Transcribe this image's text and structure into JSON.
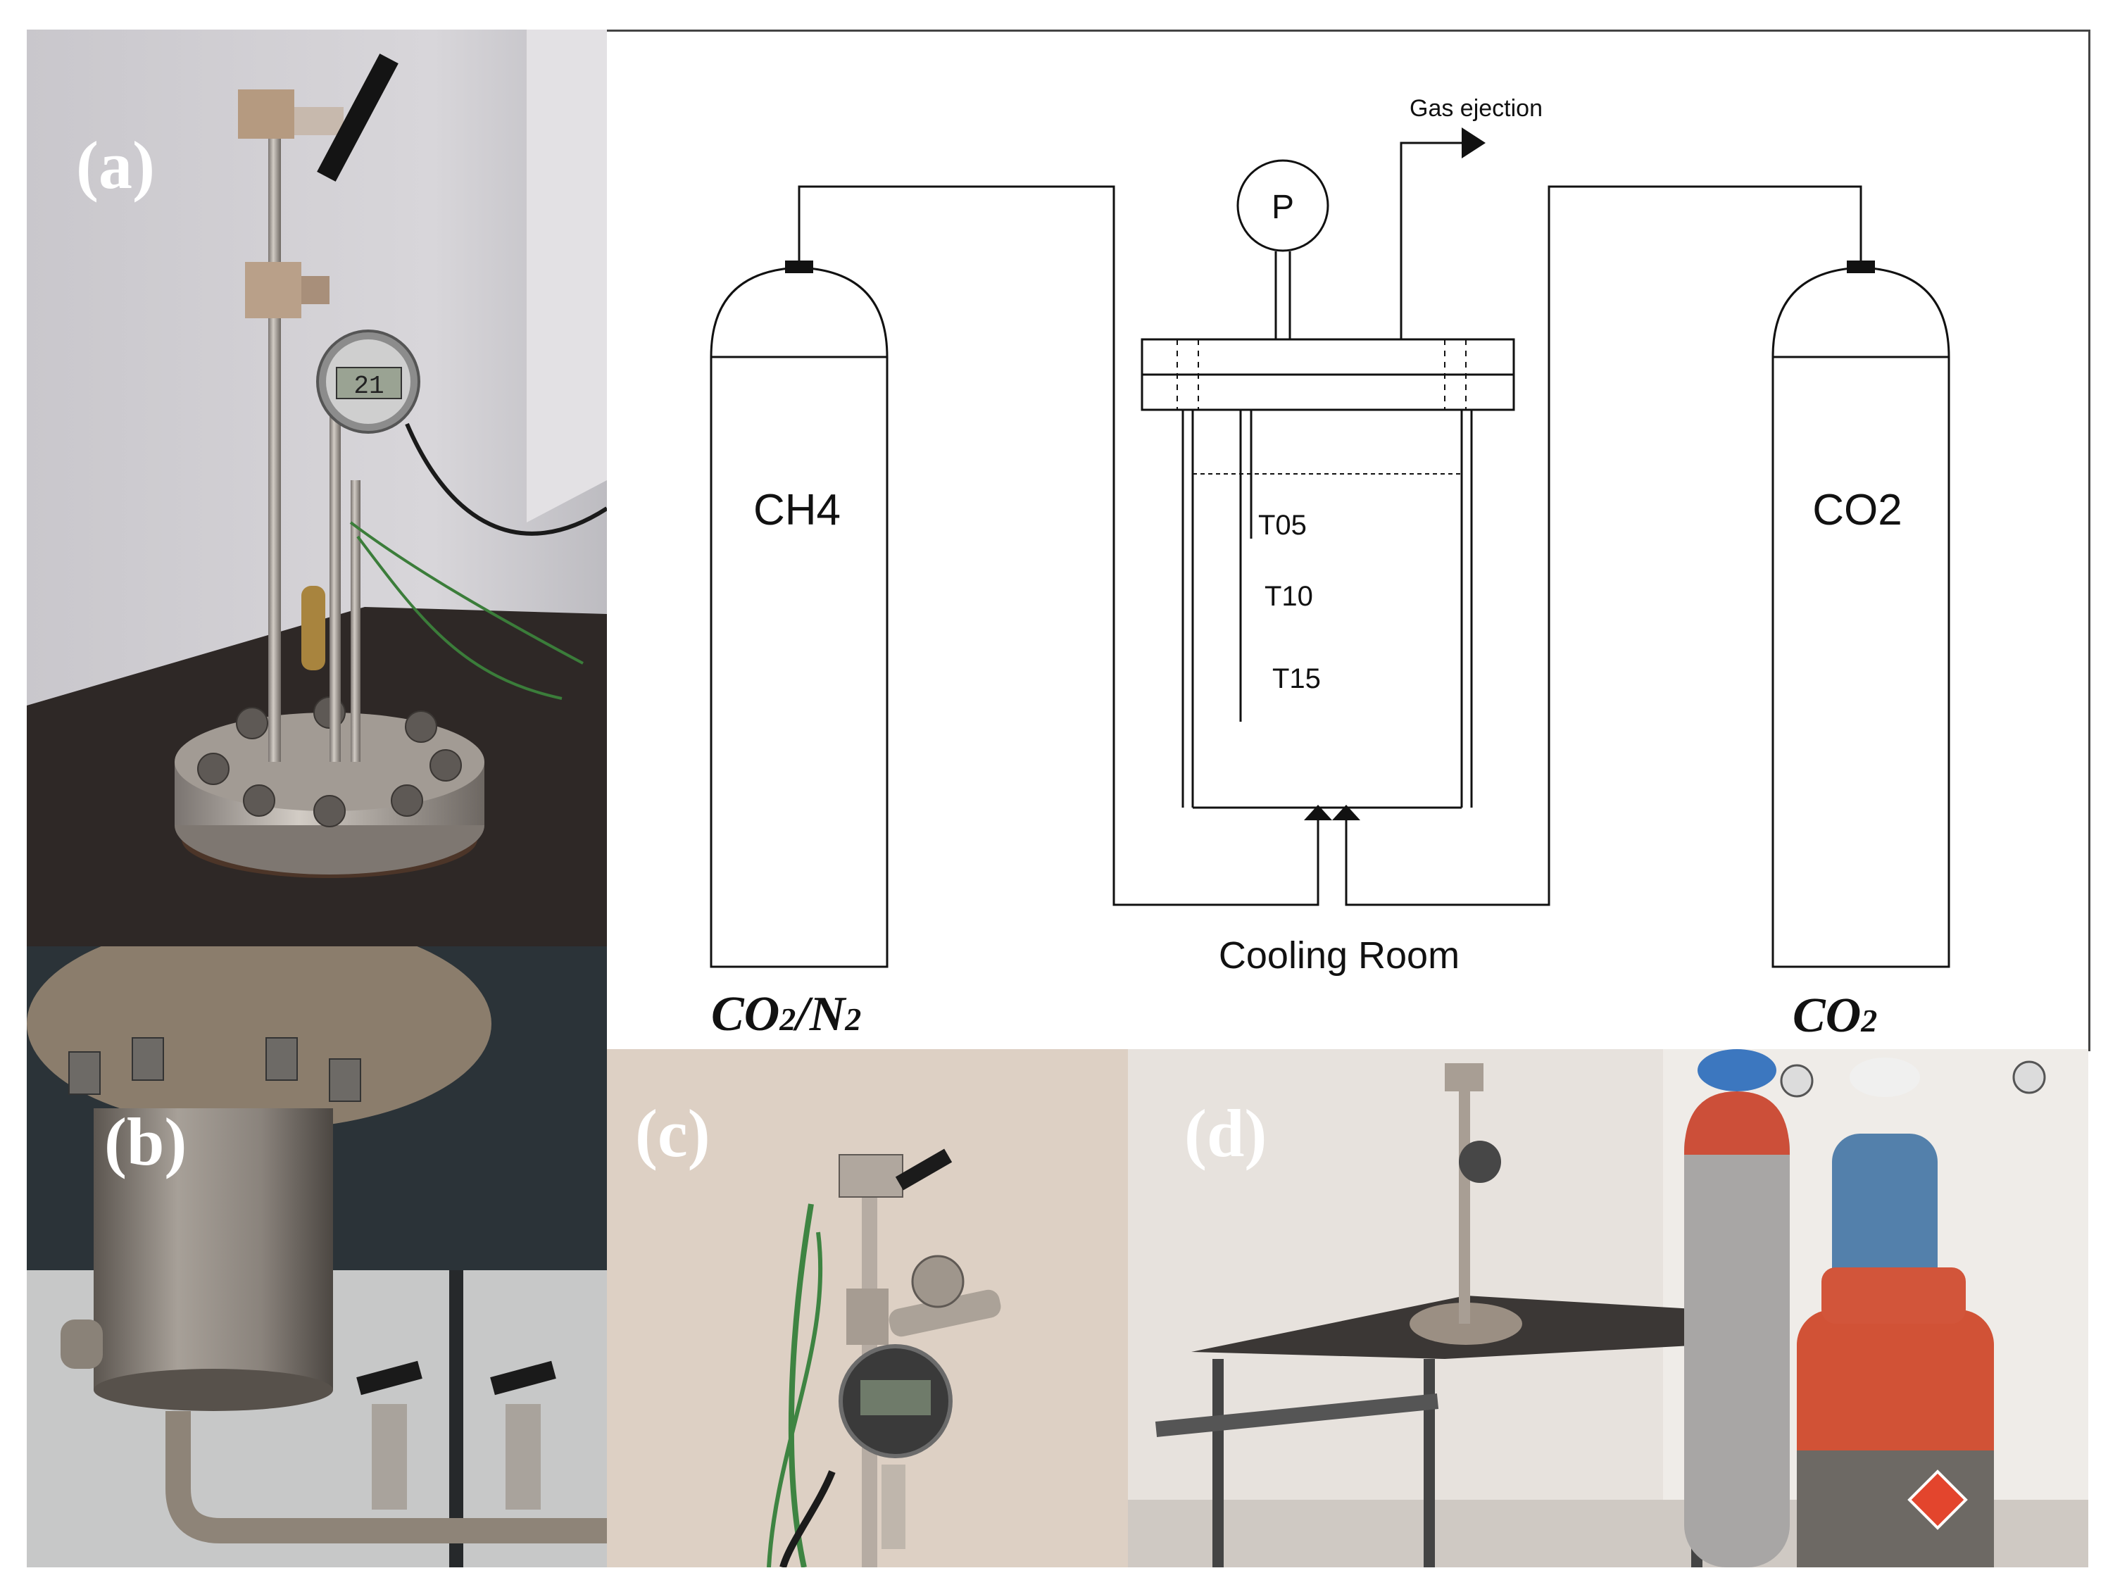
{
  "panels": {
    "a": {
      "label": "(a)"
    },
    "b": {
      "label": "(b)"
    },
    "c": {
      "label": "(c)"
    },
    "d": {
      "label": "(d)"
    }
  },
  "photo_a": {
    "gauge_reading": "21"
  },
  "schematic": {
    "pressure_symbol": "P",
    "gas_ejection": "Gas ejection",
    "left_cylinder": "CH4",
    "right_cylinder": "CO2",
    "sensors": [
      "T05",
      "T10",
      "T15"
    ],
    "cooling_room": "Cooling Room",
    "left_gas_main": "CO",
    "left_gas_sub": "2",
    "left_gas_mid": "/N",
    "left_gas_sub2": "2",
    "right_gas_main": "CO",
    "right_gas_sub": "2"
  }
}
